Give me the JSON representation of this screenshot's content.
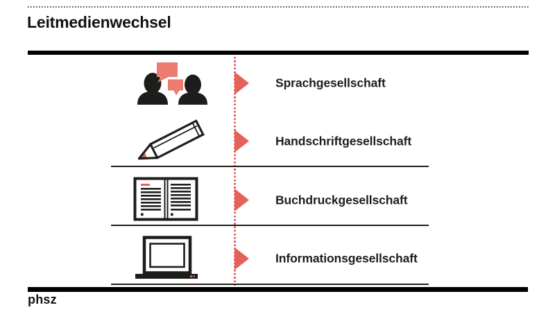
{
  "page": {
    "title": "Leitmedienwechsel",
    "footer_logo": "phsz"
  },
  "colors": {
    "accent": "#e5625a",
    "bubble": "#ee7b70",
    "ink": "#1d1d1b",
    "bar": "#000000"
  },
  "diagram": {
    "timeline_style": "vertical-red-dotted-line",
    "arrow_icon": "red-right-chevron",
    "rows": [
      {
        "icon": "speech-people-icon",
        "label": "Sprachgesellschaft"
      },
      {
        "icon": "pencil-icon",
        "label": "Handschriftgesellschaft"
      },
      {
        "icon": "open-book-icon",
        "label": "Buchdruckgesellschaft"
      },
      {
        "icon": "laptop-icon",
        "label": "Informationsgesellschaft"
      }
    ]
  }
}
